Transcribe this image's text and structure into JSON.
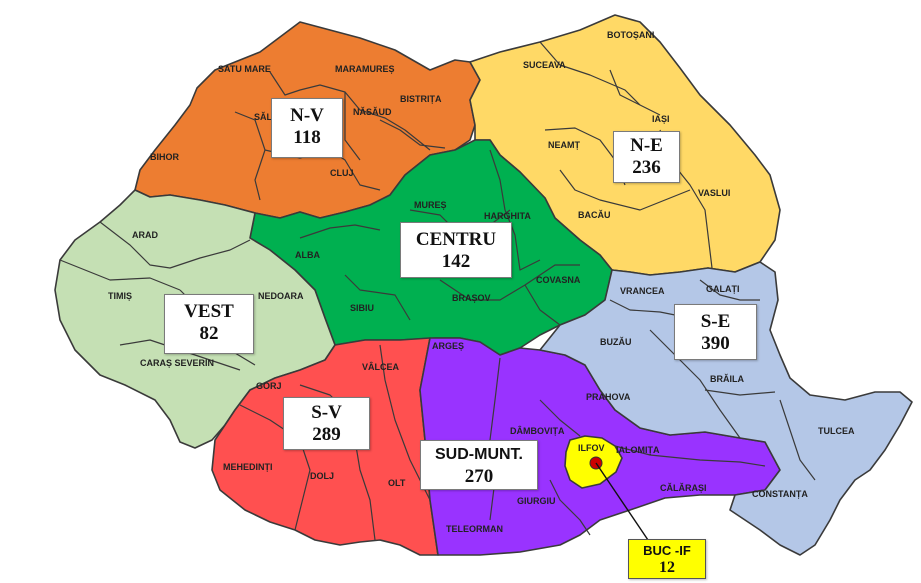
{
  "colors": {
    "nv": "#ed7d31",
    "ne": "#ffd966",
    "vest": "#c5e0b4",
    "centru": "#00b050",
    "sv": "#ff5050",
    "sudmunt": "#9933ff",
    "se": "#b4c7e7",
    "ilfov": "#ffff00"
  },
  "regions": {
    "nv": {
      "name": "N-V",
      "value": "118"
    },
    "ne": {
      "name": "N-E",
      "value": "236"
    },
    "vest": {
      "name": "VEST",
      "value": "82"
    },
    "centru": {
      "name": "CENTRU",
      "value": "142"
    },
    "sv": {
      "name": "S-V",
      "value": "289"
    },
    "sudmunt": {
      "name": "SUD-MUNT.",
      "value": "270"
    },
    "se": {
      "name": "S-E",
      "value": "390"
    },
    "buc": {
      "name": "BUC -IF",
      "value": "12"
    }
  },
  "counties": {
    "satu_mare": "SATU MARE",
    "maramures": "MARAMUREȘ",
    "bistrita": "BISTRIȚA",
    "nasaud": "NĂSĂUD",
    "salaj": "SĂL",
    "bihor": "BIHOR",
    "cluj": "CLUJ",
    "suceava": "SUCEAVA",
    "botosani": "BOTOȘANI",
    "iasi": "IAȘI",
    "neamt": "NEAMȚ",
    "vaslui": "VASLUI",
    "bacau": "BACĂU",
    "mures": "MUREȘ",
    "harghita": "HARGHITA",
    "alba": "ALBA",
    "covasna": "COVASNA",
    "sibiu": "SIBIU",
    "brasov": "BRAȘOV",
    "arad": "ARAD",
    "timis": "TIMIȘ",
    "hunedoara": "NEDOARA",
    "caras": "CARAȘ SEVERIN",
    "vrancea": "VRANCEA",
    "galati": "GALAȚI",
    "buzau": "BUZĂU",
    "braila": "BRĂILA",
    "tulcea": "TULCEA",
    "constanta": "CONSTANȚA",
    "arges": "ARGEȘ",
    "valcea": "VÂLCEA",
    "gorj": "GORJ",
    "prahova": "PRAHOVA",
    "dambovita": "DÂMBOVIȚA",
    "ilfov": "ILFOV",
    "ialomita": "IALOMIȚA",
    "calarasi": "CĂLĂRAȘI",
    "giurgiu": "GIURGIU",
    "teleorman": "TELEORMAN",
    "mehedinti": "MEHEDINȚI",
    "dolj": "DOLJ",
    "olt": "OLT"
  }
}
